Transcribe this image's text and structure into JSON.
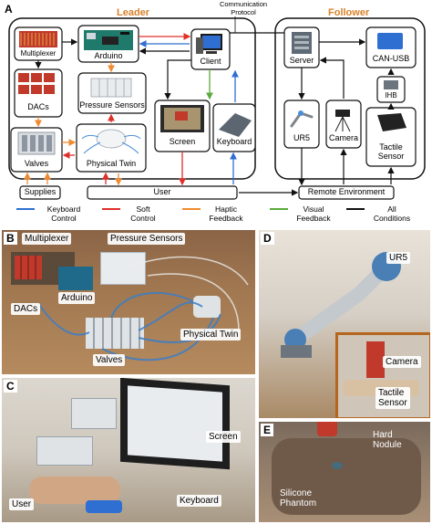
{
  "panel_a": {
    "letter": "A",
    "leader_title": "Leader",
    "follower_title": "Follower",
    "protocol_label": "Communication\nProtocol",
    "nodes": {
      "multiplexer": "Multiplexer",
      "arduino": "Arduino",
      "client": "Client",
      "dacs": "DACs",
      "pressure_sensors": "Pressure Sensors",
      "valves": "Valves",
      "physical_twin": "Physical Twin",
      "screen": "Screen",
      "keyboard": "Keyboard",
      "supplies": "Supplies",
      "user": "User",
      "server": "Server",
      "can_usb": "CAN-USB",
      "ihb": "IHB",
      "ur5": "UR5",
      "camera": "Camera",
      "tactile_sensor": "Tactile\nSensor",
      "remote_environment": "Remote Environment"
    },
    "legend": [
      {
        "label": "Keyboard\nControl",
        "color": "#2f6fd1"
      },
      {
        "label": "Soft\nControl",
        "color": "#e0302a"
      },
      {
        "label": "Haptic\nFeedback",
        "color": "#f08a30"
      },
      {
        "label": "Visual\nFeedback",
        "color": "#5aaa3c"
      },
      {
        "label": "All\nConditions",
        "color": "#111111"
      }
    ]
  },
  "panel_b": {
    "letter": "B",
    "labels": {
      "multiplexer": "Multiplexer",
      "pressure_sensors": "Pressure Sensors",
      "arduino": "Arduino",
      "dacs": "DACs",
      "physical_twin": "Physical Twin",
      "valves": "Valves"
    }
  },
  "panel_c": {
    "letter": "C",
    "labels": {
      "screen": "Screen",
      "user": "User",
      "keyboard": "Keyboard"
    }
  },
  "panel_d": {
    "letter": "D",
    "labels": {
      "ur5": "UR5",
      "camera": "Camera",
      "tactile_sensor": "Tactile\nSensor"
    }
  },
  "panel_e": {
    "letter": "E",
    "labels": {
      "hard_nodule": "Hard\nNodule",
      "silicone_phantom": "Silicone\nPhantom"
    }
  },
  "colors": {
    "keyboard_control": "#2f6fd1",
    "soft_control": "#e0302a",
    "haptic_feedback": "#f08a30",
    "visual_feedback": "#5aaa3c",
    "all_conditions": "#111111",
    "leader_title": "#d9822b",
    "follower_title": "#d9822b"
  }
}
